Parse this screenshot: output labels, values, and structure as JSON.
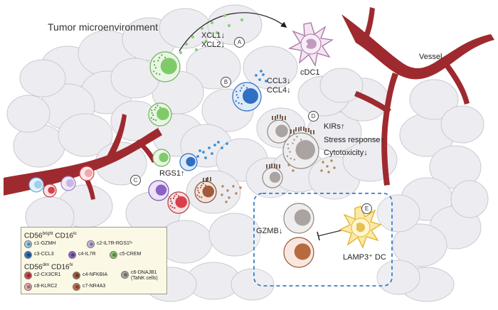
{
  "title": "Tumor microenvironment",
  "labels": {
    "xcl1": "XCL1↓",
    "xcl2": "XCL2↓",
    "cdc1": "cDC1",
    "vessel": "Vessel",
    "ccl3": "CCL3↓",
    "ccl4": "CCL4↓",
    "kirs": "KIRs↑",
    "stress": "Stress response↑",
    "cytotox": "Cytotoxicity↓",
    "rgs1": "RGS1↑",
    "gzmb": "GZMB↓",
    "lamp3dc": "LAMP3⁺ DC"
  },
  "steps": [
    "A",
    "B",
    "C",
    "D",
    "E"
  ],
  "legend": {
    "group1_name": "CD56",
    "group1_sup1": "bright",
    "group1_mid": "CD16",
    "group1_sup2": "lo",
    "group2_name": "CD56",
    "group2_sup1": "dim",
    "group2_mid": "CD16",
    "group2_sup2": "hi",
    "items": [
      {
        "label": "c1-GZMH",
        "color": "#9ecfee"
      },
      {
        "label": "c2-IL7R-RGS1ʰᶦ",
        "color": "#c9b6e3"
      },
      {
        "label": "c3-CCL3",
        "color": "#2f6fc4"
      },
      {
        "label": "c4-IL7R",
        "color": "#8b62c4"
      },
      {
        "label": "c5-CREM",
        "color": "#7fcb6a"
      },
      {
        "label": "c2-CX3CR1",
        "color": "#d8414b"
      },
      {
        "label": "c4-NFKBIA",
        "color": "#a35a3a"
      },
      {
        "label": "c6-DNAJB1",
        "label2": "(TaNK cells)",
        "color": "#a9a4a2"
      },
      {
        "label": "c8-KLRC2",
        "color": "#f1a7ad"
      },
      {
        "label": "c7-NR4A3",
        "color": "#c0694a"
      }
    ]
  },
  "colors": {
    "vessel": "#9e2a2f",
    "tumor_cell": "#ececf0",
    "arrow": "#1e1e1e",
    "dashed_box": "#3a7dc8"
  }
}
